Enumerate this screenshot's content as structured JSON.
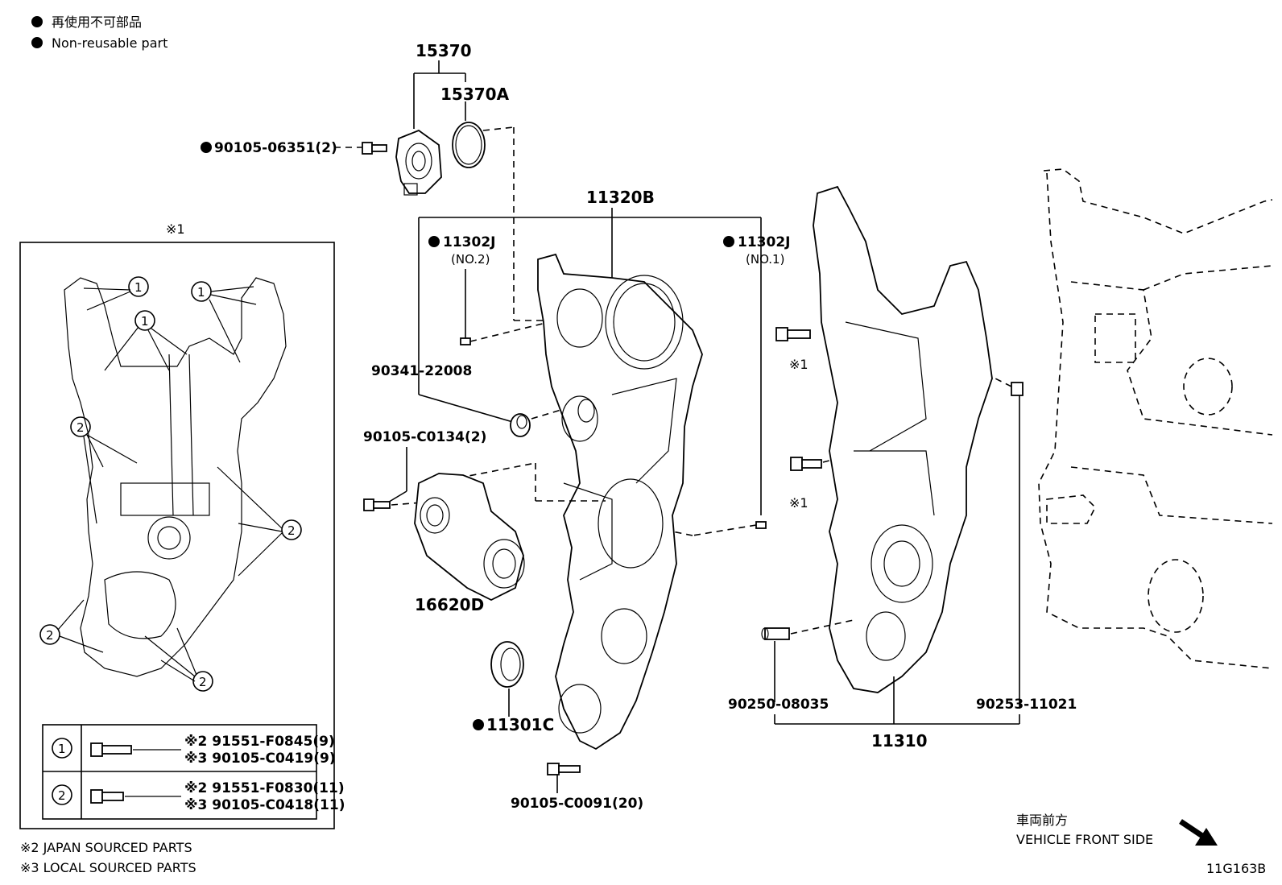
{
  "legend": {
    "jp": "再使用不可部品",
    "en": "Non-reusable part"
  },
  "inset": {
    "title": "※1",
    "callout_1": "1",
    "callout_2": "2",
    "table": {
      "row1": {
        "num": "1",
        "line_a": "※2 91551-F0845(9)",
        "line_b": "※3 90105-C0419(9)"
      },
      "row2": {
        "num": "2",
        "line_a": "※2 91551-F0830(11)",
        "line_b": "※3 90105-C0418(11)"
      }
    }
  },
  "footnotes": {
    "f2": "※2 JAPAN SOURCED PARTS",
    "f3": "※3 LOCAL SOURCED PARTS"
  },
  "parts": {
    "p15370": "15370",
    "p15370A": "15370A",
    "p90105_06351": "90105-06351(2)",
    "p11320B": "11320B",
    "p11302J_no2": "11302J",
    "no2": "(NO.2)",
    "p11302J_no1": "11302J",
    "no1": "(NO.1)",
    "p90341_22008": "90341-22008",
    "p90105_C0134": "90105-C0134(2)",
    "p16620D": "16620D",
    "p11301C": "11301C",
    "p90105_C0091": "90105-C0091(20)",
    "mark1a": "※1",
    "mark1b": "※1",
    "p90250_08035": "90250-08035",
    "p90253_11021": "90253-11021",
    "p11310": "11310"
  },
  "direction": {
    "jp": "車両前方",
    "en": "VEHICLE FRONT SIDE"
  },
  "figure_id": "11G163B"
}
